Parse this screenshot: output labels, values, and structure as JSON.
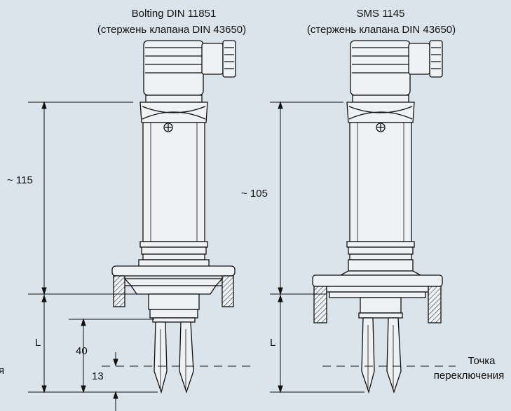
{
  "titles": {
    "left_line1": "Bolting DIN 11851",
    "left_line2": "(стержень клапана DIN 43650)",
    "right_line1": "SMS 1145",
    "right_line2": "(стержень клапана DIN 43650)"
  },
  "dimensions": {
    "left_height": "~ 115",
    "right_height": "~ 105",
    "left_L": "L",
    "right_L": "L",
    "fork_length": "40",
    "switch_offset": "13"
  },
  "switch_point": {
    "line1": "Точка",
    "line2": "переключения",
    "cut_left_fragment": "я"
  },
  "colors": {
    "background": "#dbe4ea",
    "device_fill": "#eef2f5",
    "line": "#111111"
  }
}
